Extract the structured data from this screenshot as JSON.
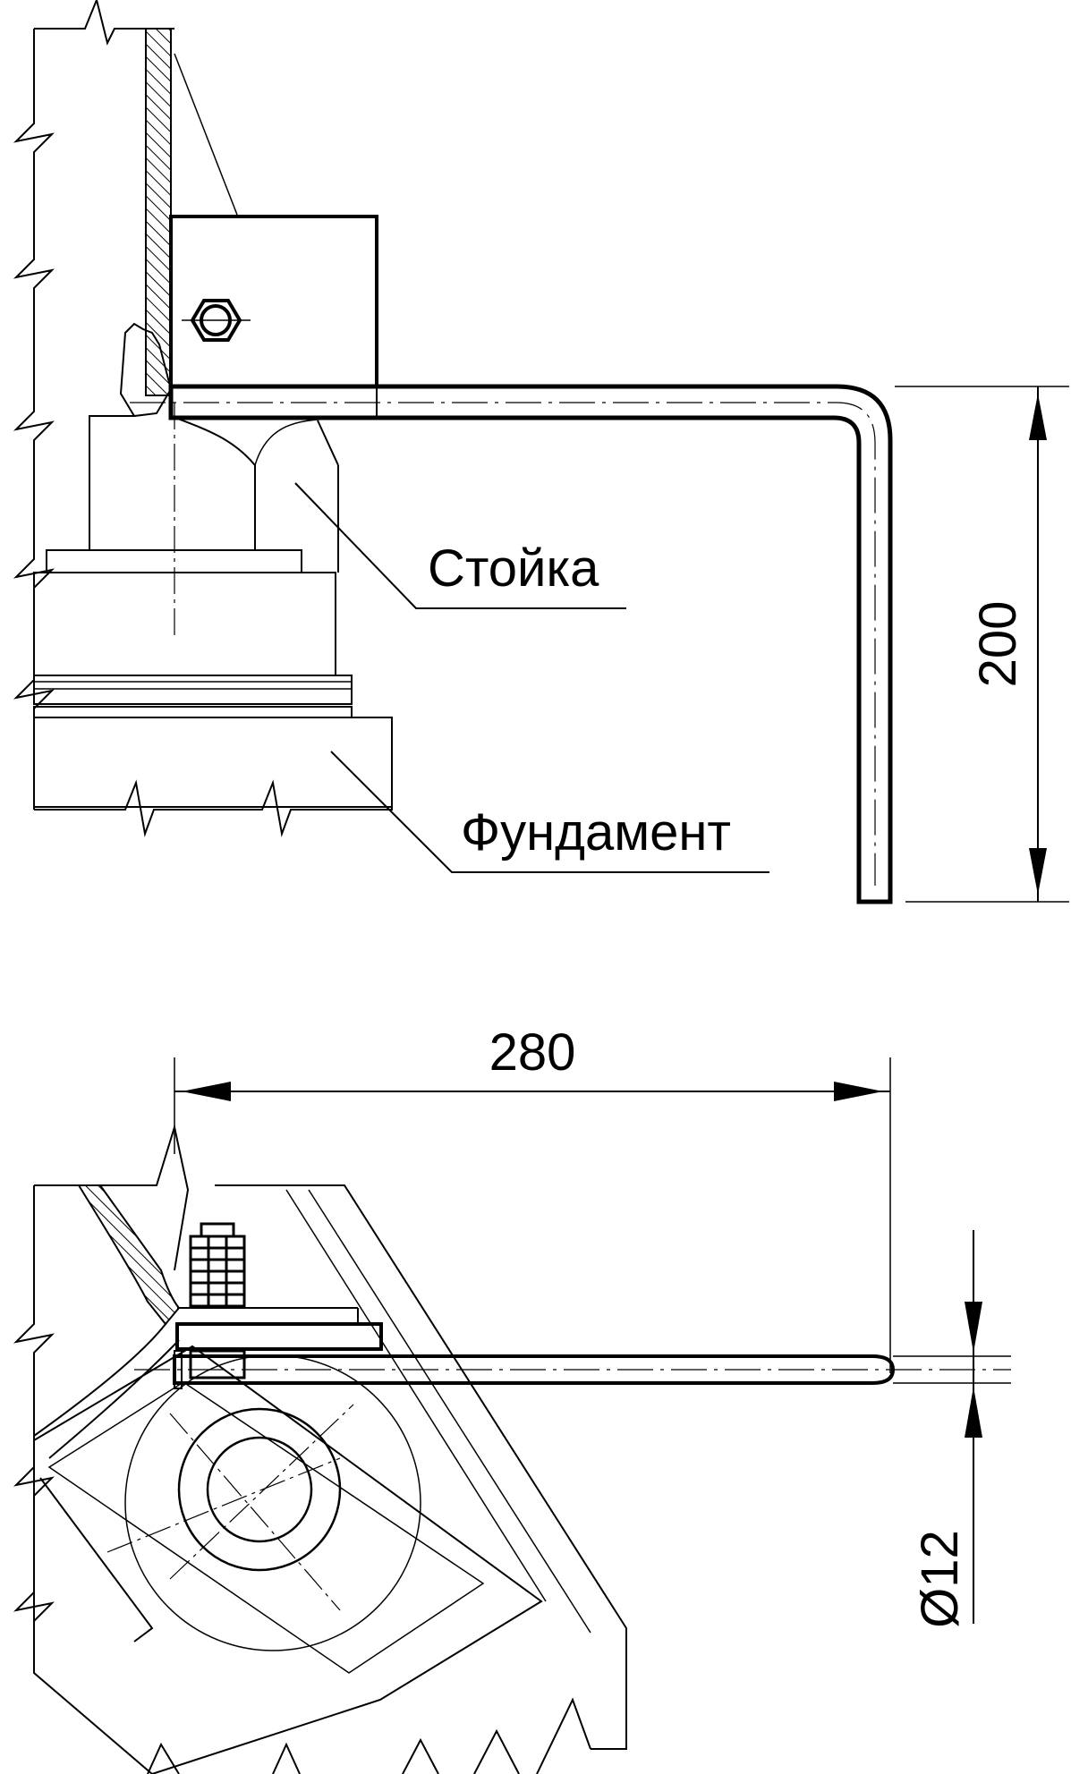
{
  "labels": {
    "post": "Стойка",
    "foundation": "Фундамент"
  },
  "dimensions": {
    "height": "200",
    "length": "280",
    "diameter": "Ø12"
  },
  "colors": {
    "stroke": "#000000",
    "background": "#ffffff"
  }
}
